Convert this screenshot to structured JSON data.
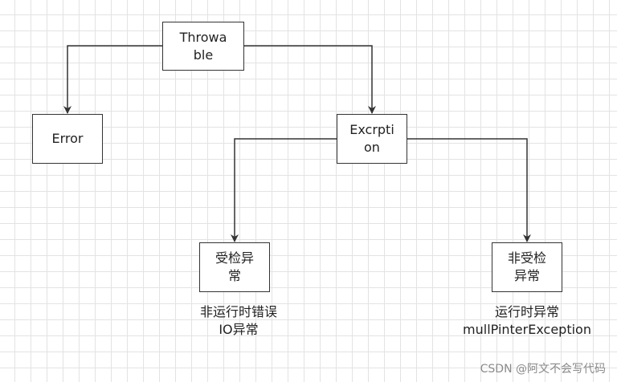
{
  "diagram": {
    "nodes": {
      "throwable": "Throwa\nble",
      "error": "Error",
      "exception": "Excrpti\non",
      "checked": "受检异\n常",
      "unchecked": "非受检\n异常"
    },
    "captions": {
      "checked": "非运行时错误\nIO异常",
      "unchecked": "运行时异常\nmullPinterException"
    },
    "line_color": "#333333"
  },
  "watermark": "CSDN @阿文不会写代码"
}
